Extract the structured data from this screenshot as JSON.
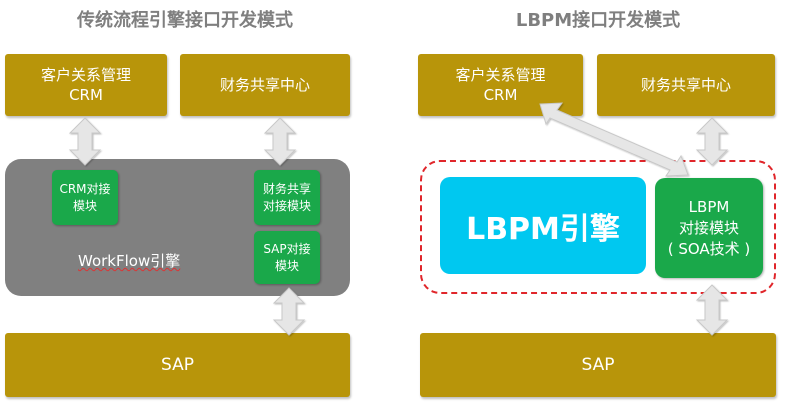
{
  "left": {
    "title": "传统流程引擎接口开发模式",
    "crm_box": {
      "line1": "客户关系管理",
      "line2": "CRM"
    },
    "finance_box": "财务共享中心",
    "engine_label": "WorkFlow引擎",
    "crm_module": {
      "line1": "CRM对接",
      "line2": "模块"
    },
    "finance_module": {
      "line1": "财务共享",
      "line2": "对接模块"
    },
    "sap_module": {
      "line1": "SAP对接",
      "line2": "模块"
    },
    "sap_box": "SAP"
  },
  "right": {
    "title": "LBPM接口开发模式",
    "crm_box": {
      "line1": "客户关系管理",
      "line2": "CRM"
    },
    "finance_box": "财务共享中心",
    "engine": "LBPM引擎",
    "module": {
      "line1": "LBPM",
      "line2": "对接模块",
      "line3": "( SOA技术 )"
    },
    "sap_box": "SAP"
  },
  "colors": {
    "gold": "#b8950a",
    "gray_engine": "#808080",
    "green": "#1aa84a",
    "cyan": "#00c8f0",
    "dashed_border": "#e0262b",
    "arrow": "#e6e6e6",
    "title_text": "#7f7f7f"
  }
}
